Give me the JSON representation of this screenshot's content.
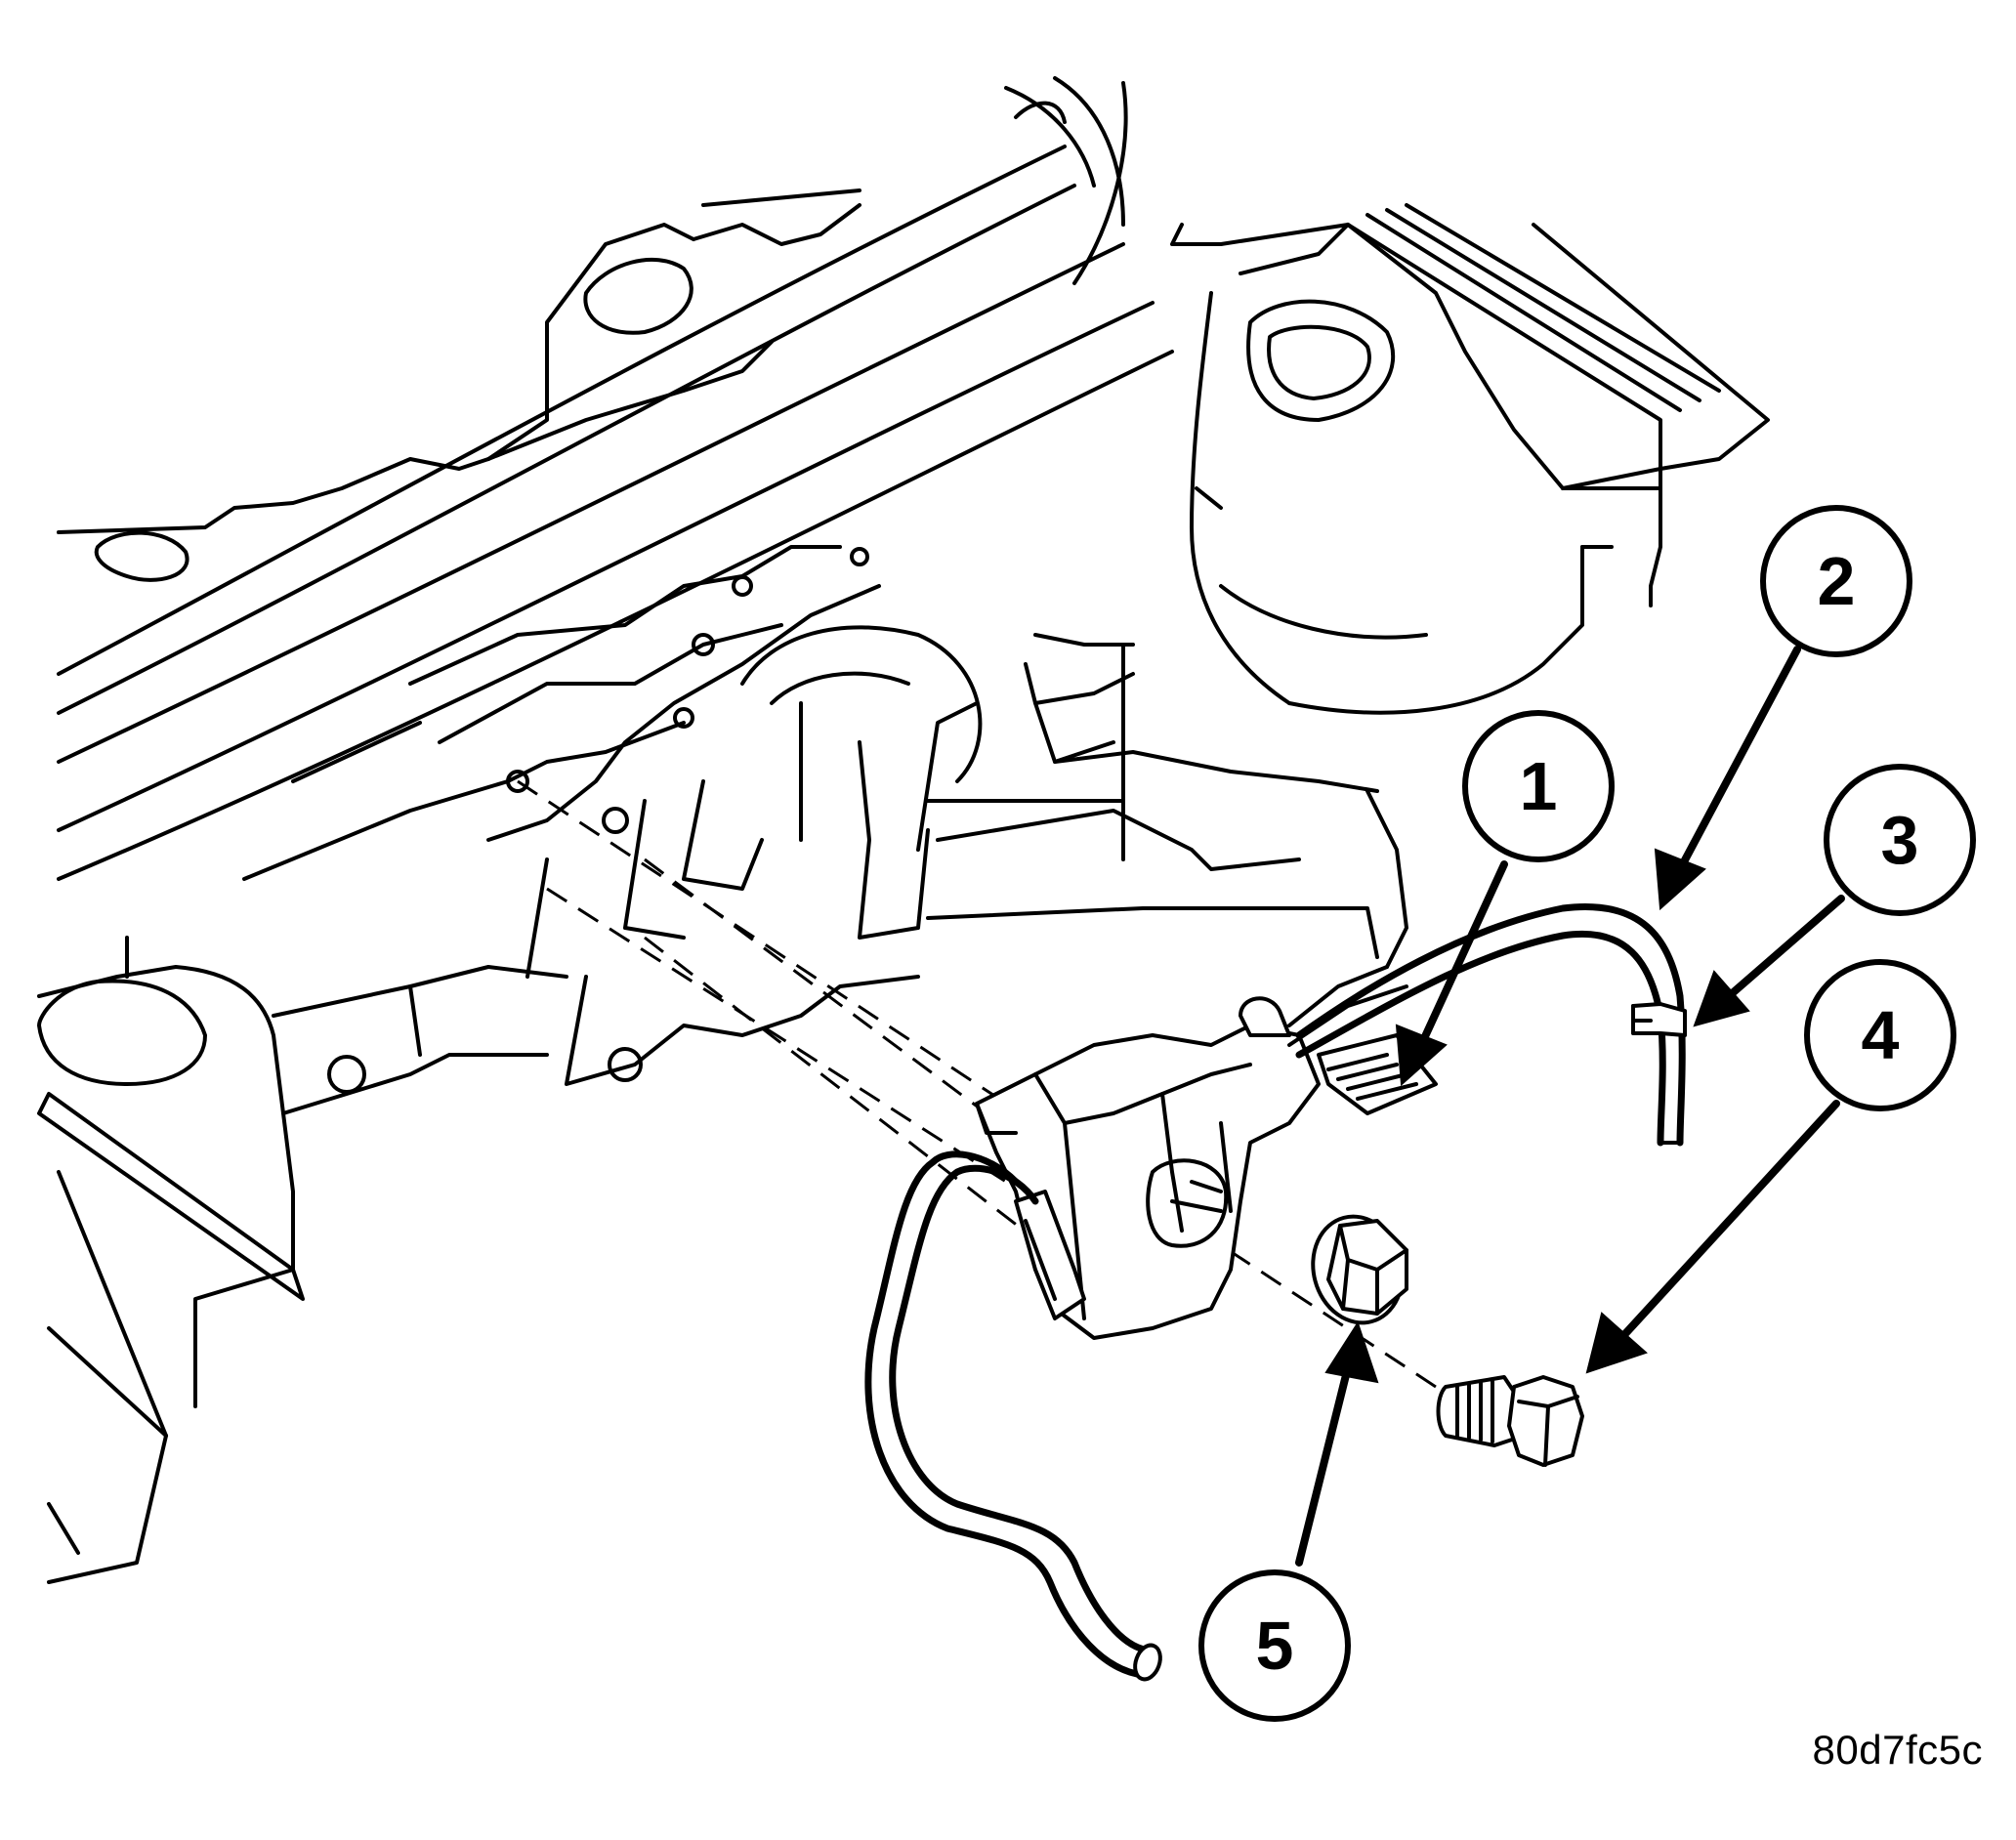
{
  "diagram": {
    "figure_code": "80d7fc5c",
    "callouts": [
      {
        "id": 1,
        "label": "1"
      },
      {
        "id": 2,
        "label": "2"
      },
      {
        "id": 3,
        "label": "3"
      },
      {
        "id": 4,
        "label": "4"
      },
      {
        "id": 5,
        "label": "5"
      }
    ]
  }
}
